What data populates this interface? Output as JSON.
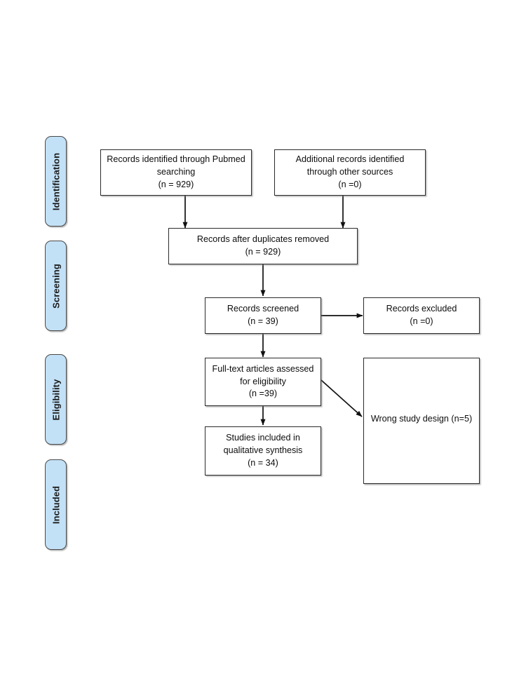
{
  "diagram": {
    "type": "prisma-flow-diagram",
    "background_color": "#ffffff",
    "stage_pill_color": "#c3e1f6",
    "box_border_color": "#2b2b2b",
    "stages": [
      {
        "id": "identification",
        "label": "Identification"
      },
      {
        "id": "screening",
        "label": "Screening"
      },
      {
        "id": "eligibility",
        "label": "Eligibility"
      },
      {
        "id": "included",
        "label": "Included"
      }
    ],
    "boxes": [
      {
        "id": "records-identified",
        "text": "Records identified through Pubmed\nsearching\n(n =  929)"
      },
      {
        "id": "additional-records",
        "text": "Additional records identified\nthrough other sources\n(n =0)"
      },
      {
        "id": "records-after-duplicates",
        "text": "Records after duplicates removed\n(n = 929)"
      },
      {
        "id": "records-screened",
        "text": "Records screened\n(n = 39)"
      },
      {
        "id": "records-excluded",
        "text": "Records excluded\n(n =0)"
      },
      {
        "id": "full-text-assessed",
        "text": "Full-text articles assessed\nfor eligibility\n(n =39)"
      },
      {
        "id": "wrong-study-design",
        "text": "Wrong study design (n=5)"
      },
      {
        "id": "studies-included",
        "text": "Studies included in\nqualitative synthesis\n(n = 34)"
      }
    ]
  }
}
